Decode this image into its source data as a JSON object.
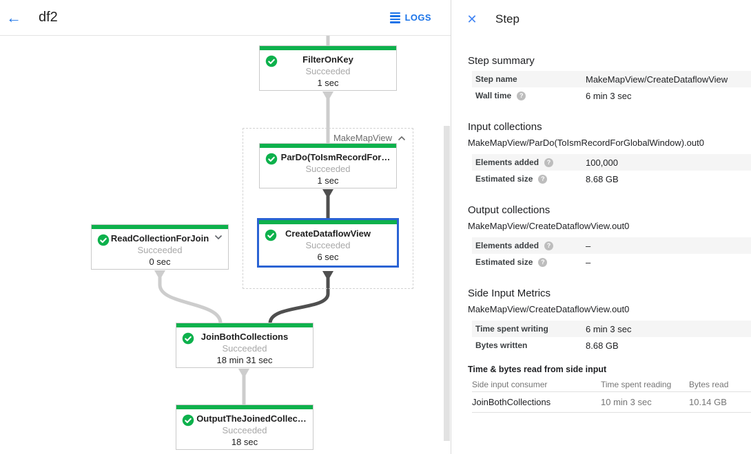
{
  "header": {
    "title": "df2",
    "logs_label": "LOGS"
  },
  "icons": {
    "back": "←",
    "close": "✕",
    "help": "?"
  },
  "colors": {
    "accent_green": "#0db14c",
    "selection_blue": "#2a63d4",
    "link_blue": "#1a73e8",
    "edge_light": "#cdcdcd",
    "edge_dark": "#4f4f4f"
  },
  "graph": {
    "group_label": "MakeMapView",
    "nodes": [
      {
        "title": "FilterOnKey",
        "status": "Succeeded",
        "time": "1 sec"
      },
      {
        "title": "ParDo(ToIsmRecordFor…",
        "status": "Succeeded",
        "time": "1 sec"
      },
      {
        "title": "CreateDataflowView",
        "status": "Succeeded",
        "time": "6 sec"
      },
      {
        "title": "ReadCollectionForJoin",
        "status": "Succeeded",
        "time": "0 sec"
      },
      {
        "title": "JoinBothCollections",
        "status": "Succeeded",
        "time": "18 min 31 sec"
      },
      {
        "title": "OutputTheJoinedCollec…",
        "status": "Succeeded",
        "time": "18 sec"
      }
    ]
  },
  "panel": {
    "title": "Step",
    "summary": {
      "heading": "Step summary",
      "rows": [
        {
          "label": "Step name",
          "value": "MakeMapView/CreateDataflowView"
        },
        {
          "label": "Wall time",
          "value": "6 min 3 sec"
        }
      ]
    },
    "input": {
      "heading": "Input collections",
      "collection": "MakeMapView/ParDo(ToIsmRecordForGlobalWindow).out0",
      "rows": [
        {
          "label": "Elements added",
          "value": "100,000"
        },
        {
          "label": "Estimated size",
          "value": "8.68 GB"
        }
      ]
    },
    "output": {
      "heading": "Output collections",
      "collection": "MakeMapView/CreateDataflowView.out0",
      "rows": [
        {
          "label": "Elements added",
          "value": "–"
        },
        {
          "label": "Estimated size",
          "value": "–"
        }
      ]
    },
    "side_input": {
      "heading": "Side Input Metrics",
      "collection": "MakeMapView/CreateDataflowView.out0",
      "rows": [
        {
          "label": "Time spent writing",
          "value": "6 min 3 sec"
        },
        {
          "label": "Bytes written",
          "value": "8.68 GB"
        }
      ]
    },
    "side_input_table": {
      "heading": "Time & bytes read from side input",
      "columns": [
        "Side input consumer",
        "Time spent reading",
        "Bytes read"
      ],
      "rows": [
        [
          "JoinBothCollections",
          "10 min 3 sec",
          "10.14 GB"
        ]
      ]
    }
  }
}
